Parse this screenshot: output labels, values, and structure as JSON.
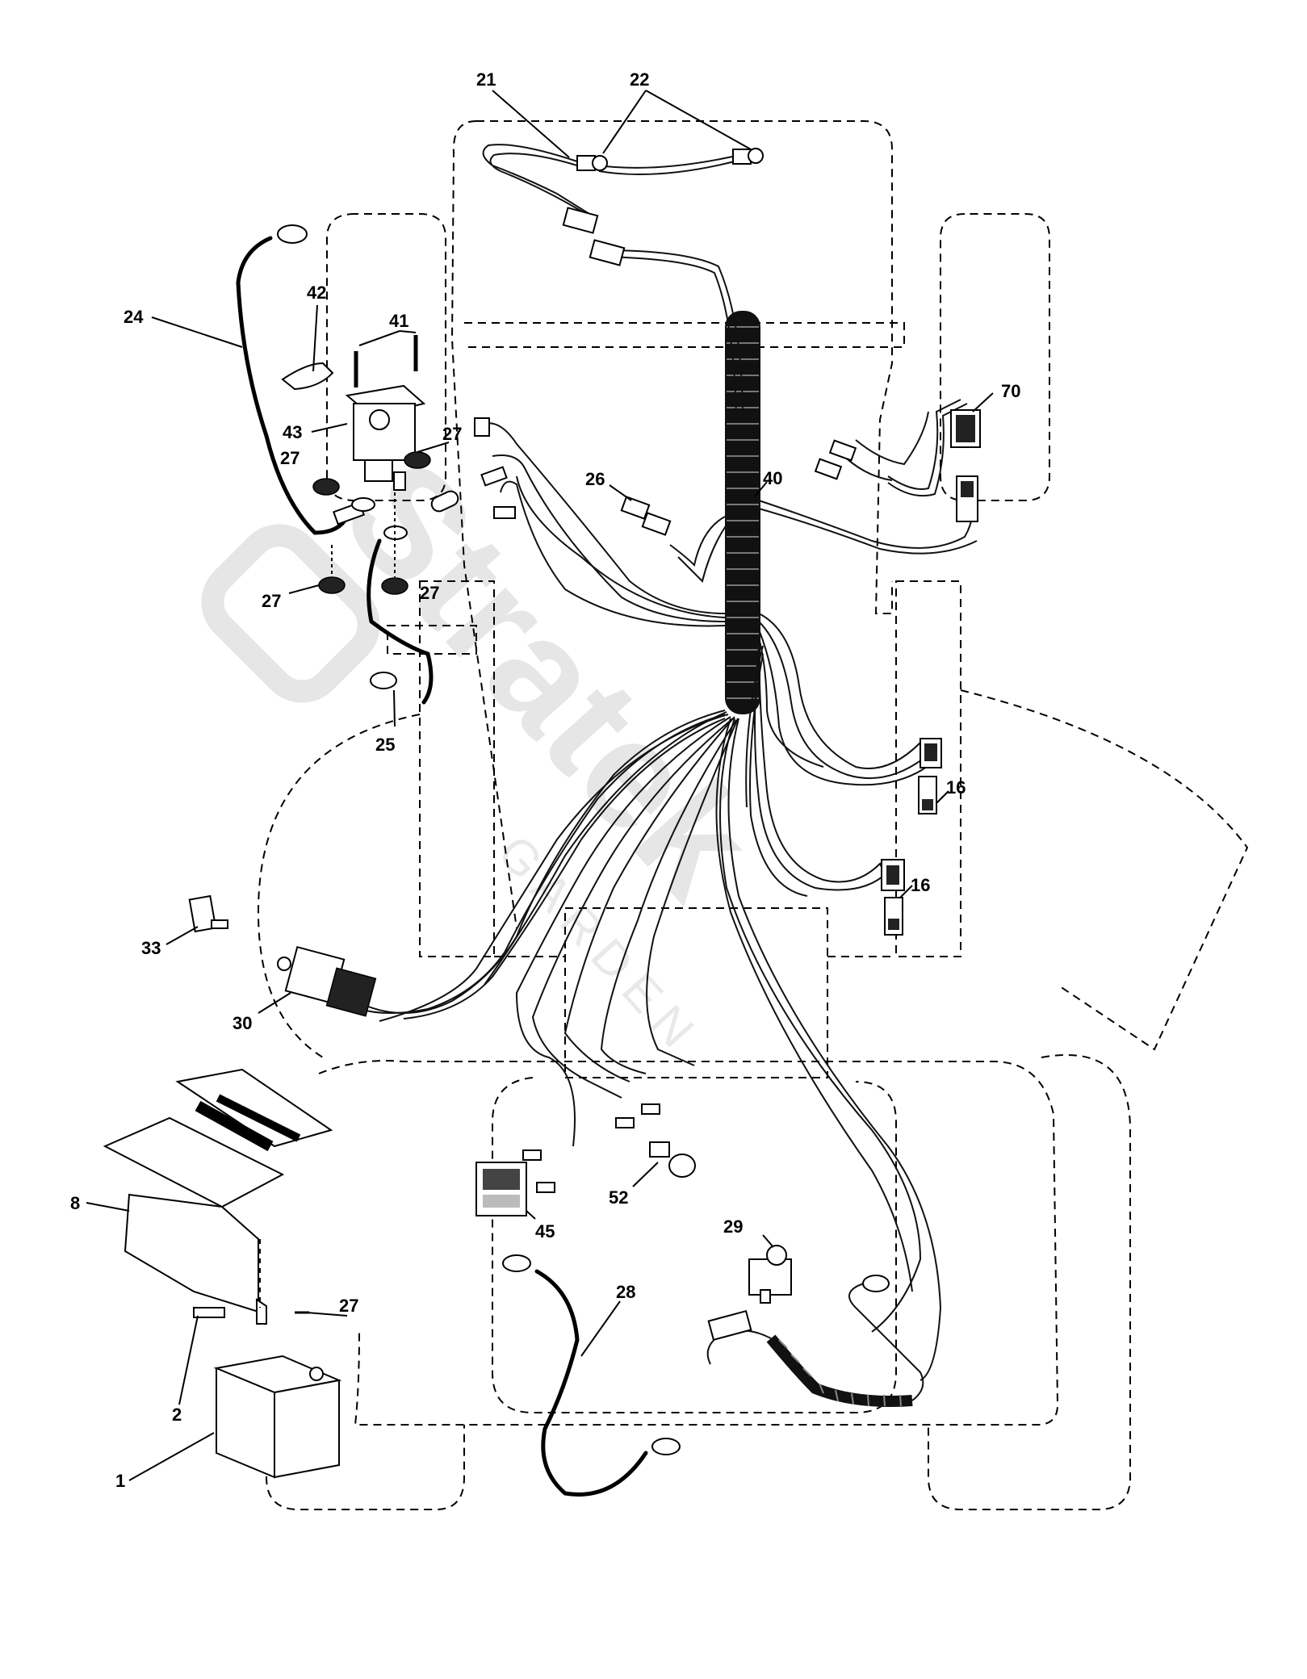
{
  "watermark": {
    "brand": "Stratek",
    "sub": "GARDEN"
  },
  "callouts": {
    "c1": "1",
    "c2": "2",
    "c8": "8",
    "c16a": "16",
    "c16b": "16",
    "c21": "21",
    "c22": "22",
    "c24": "24",
    "c25": "25",
    "c26": "26",
    "c27a": "27",
    "c27b": "27",
    "c27c": "27",
    "c27d": "27",
    "c27e": "27",
    "c28": "28",
    "c29": "29",
    "c30": "30",
    "c33": "33",
    "c40": "40",
    "c41": "41",
    "c42": "42",
    "c43": "43",
    "c45": "45",
    "c52": "52",
    "c70": "70"
  }
}
